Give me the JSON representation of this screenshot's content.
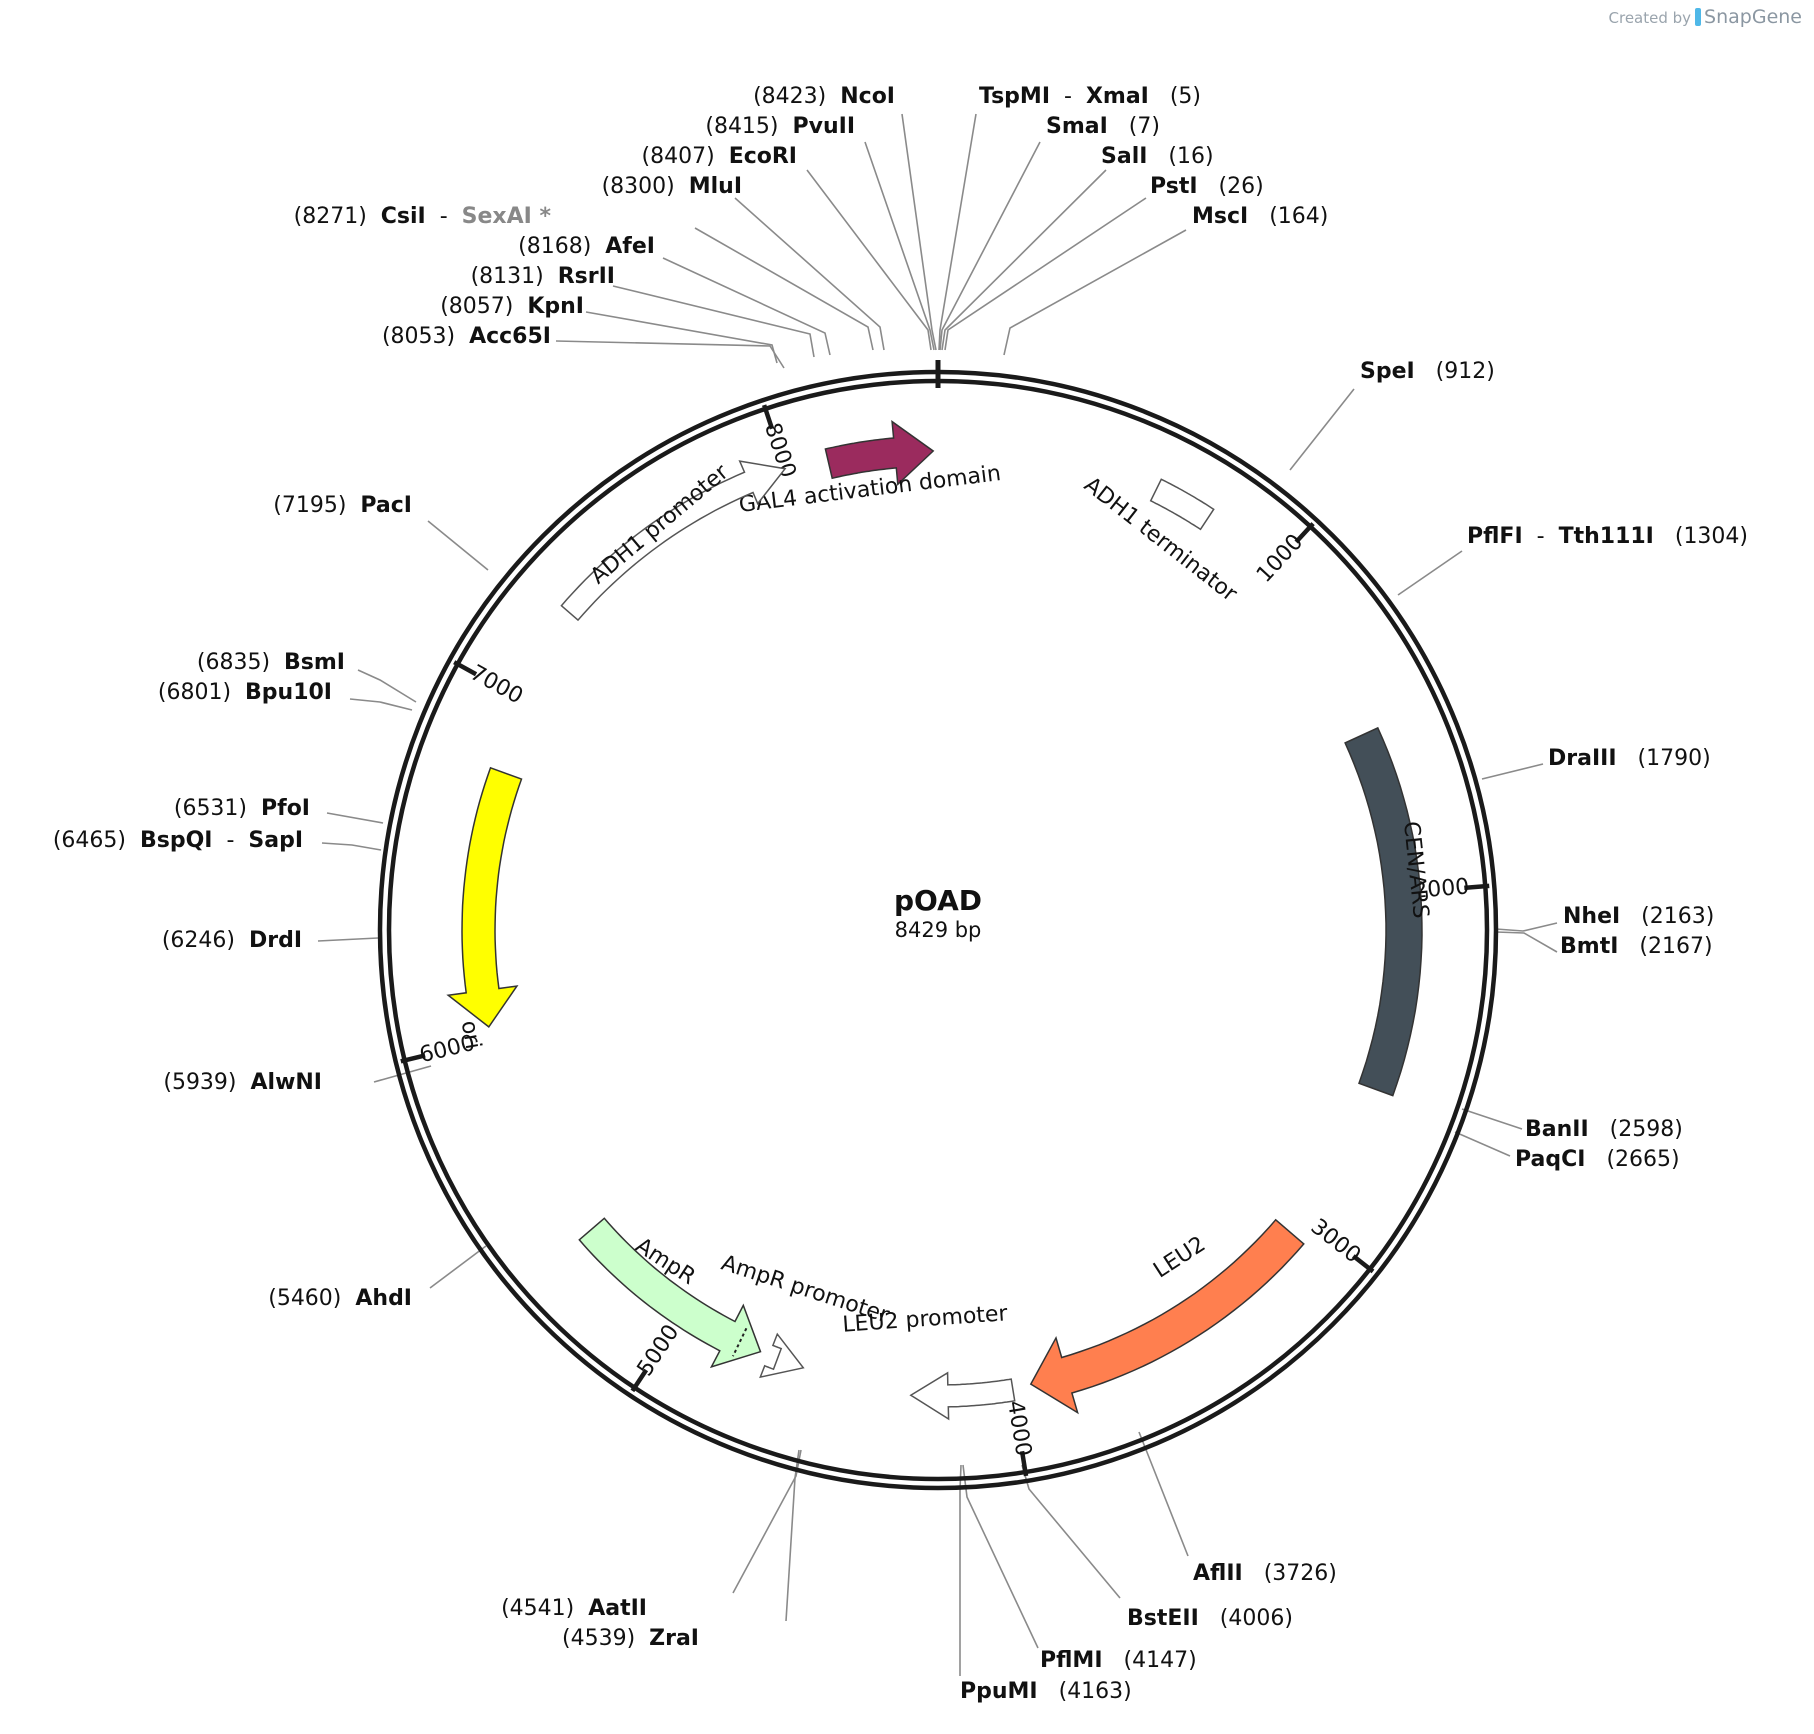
{
  "credit": {
    "created_by": "Created by",
    "brand": "SnapGene"
  },
  "plasmid": {
    "name": "pOAD",
    "size_label": "8429 bp",
    "length": 8429
  },
  "ticks": [
    {
      "bp": 1000,
      "label": "1000"
    },
    {
      "bp": 2000,
      "label": "2000"
    },
    {
      "bp": 3000,
      "label": "3000"
    },
    {
      "bp": 4000,
      "label": "4000"
    },
    {
      "bp": 5000,
      "label": "5000"
    },
    {
      "bp": 6000,
      "label": "6000"
    },
    {
      "bp": 7000,
      "label": "7000"
    },
    {
      "bp": 8000,
      "label": "8000"
    }
  ],
  "features": [
    {
      "name": "GAL4 activation domain",
      "color": "#9b2b5e",
      "shape": "arrow",
      "direction": "cw"
    },
    {
      "name": "ADH1 promoter",
      "color": "#ffffff",
      "shape": "arrow",
      "direction": "cw"
    },
    {
      "name": "ADH1 terminator",
      "color": "#ffffff",
      "shape": "box"
    },
    {
      "name": "CEN/ARS",
      "color": "#434f58",
      "shape": "box"
    },
    {
      "name": "LEU2",
      "color": "#ff7f4f",
      "shape": "arrow",
      "direction": "cw"
    },
    {
      "name": "LEU2 promoter",
      "color": "#ffffff",
      "shape": "arrow",
      "direction": "cw"
    },
    {
      "name": "AmpR promoter",
      "color": "#ffffff",
      "shape": "arrow",
      "direction": "ccw"
    },
    {
      "name": "AmpR",
      "color": "#ccffcc",
      "shape": "arrow",
      "direction": "ccw"
    },
    {
      "name": "ori",
      "color": "#ffff00",
      "shape": "arrow",
      "direction": "ccw"
    }
  ],
  "sites": [
    {
      "pos": "(8423)",
      "name": "NcoI"
    },
    {
      "pos": "(8415)",
      "name": "PvuII"
    },
    {
      "pos": "(8407)",
      "name": "EcoRI"
    },
    {
      "pos": "(8300)",
      "name": "MluI"
    },
    {
      "pos": "(8271)",
      "name": "CsiI",
      "name2": "SexAI *"
    },
    {
      "pos": "(8168)",
      "name": "AfeI"
    },
    {
      "pos": "(8131)",
      "name": "RsrII"
    },
    {
      "pos": "(8057)",
      "name": "KpnI"
    },
    {
      "pos": "(8053)",
      "name": "Acc65I"
    },
    {
      "pos": "(5)",
      "name": "TspMI",
      "name2": "XmaI"
    },
    {
      "pos": "(7)",
      "name": "SmaI"
    },
    {
      "pos": "(16)",
      "name": "SalI"
    },
    {
      "pos": "(26)",
      "name": "PstI"
    },
    {
      "pos": "(164)",
      "name": "MscI"
    },
    {
      "pos": "(912)",
      "name": "SpeI"
    },
    {
      "pos": "(1304)",
      "name": "PflFI",
      "name2": "Tth111I"
    },
    {
      "pos": "(1790)",
      "name": "DraIII"
    },
    {
      "pos": "(2163)",
      "name": "NheI"
    },
    {
      "pos": "(2167)",
      "name": "BmtI"
    },
    {
      "pos": "(2598)",
      "name": "BanII"
    },
    {
      "pos": "(2665)",
      "name": "PaqCI"
    },
    {
      "pos": "(3726)",
      "name": "AflII"
    },
    {
      "pos": "(4006)",
      "name": "BstEII"
    },
    {
      "pos": "(4147)",
      "name": "PflMI"
    },
    {
      "pos": "(4163)",
      "name": "PpuMI"
    },
    {
      "pos": "(4541)",
      "name": "AatII"
    },
    {
      "pos": "(4539)",
      "name": "ZraI"
    },
    {
      "pos": "(5460)",
      "name": "AhdI"
    },
    {
      "pos": "(5939)",
      "name": "AlwNI"
    },
    {
      "pos": "(6246)",
      "name": "DrdI"
    },
    {
      "pos": "(6465)",
      "name": "BspQI",
      "name2": "SapI"
    },
    {
      "pos": "(6531)",
      "name": "PfoI"
    },
    {
      "pos": "(6801)",
      "name": "Bpu10I"
    },
    {
      "pos": "(6835)",
      "name": "BsmI"
    },
    {
      "pos": "(7195)",
      "name": "PacI"
    }
  ]
}
